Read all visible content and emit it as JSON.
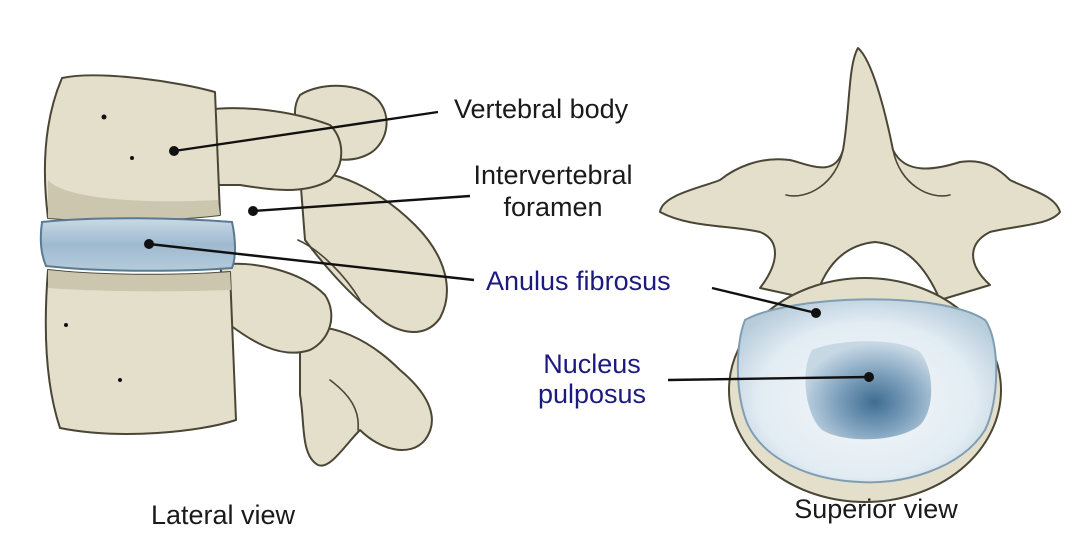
{
  "labels": {
    "vertebral_body": "Vertebral body",
    "intervertebral_line1": "Intervertebral",
    "intervertebral_line2": "foramen",
    "anulus_fibrosus": "Anulus fibrosus",
    "nucleus_line1": "Nucleus",
    "nucleus_line2": "pulposus"
  },
  "captions": {
    "lateral": "Lateral view",
    "superior": "Superior view"
  },
  "colors": {
    "bone": "#e4dfcb",
    "bone_outline": "#4a4636",
    "disc": "#a9c2d4",
    "nucleus": "#5d87a6",
    "label_text": "#1a1a1a",
    "disc_label_text": "#1c1a80"
  }
}
